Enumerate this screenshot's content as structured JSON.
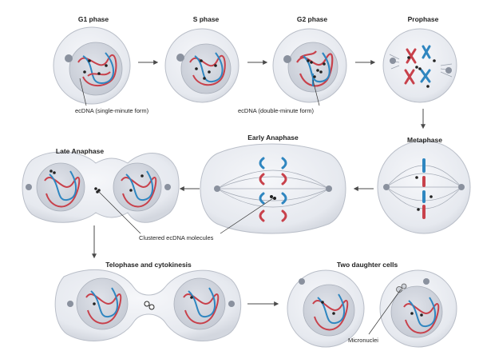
{
  "stages": {
    "g1": "G1 phase",
    "s": "S phase",
    "g2": "G2 phase",
    "prophase": "Prophase",
    "metaphase": "Metaphase",
    "early_anaphase": "Early Anaphase",
    "late_anaphase": "Late Anaphase",
    "telophase": "Telophase and cytokinesis",
    "daughters": "Two daughter cells"
  },
  "callouts": {
    "single_minute": "ecDNA (single-minute form)",
    "double_minute": "ecDNA (double-minute form)",
    "clustered": "Clustered ecDNA molecules",
    "micronuclei": "Micronuclei"
  },
  "colors": {
    "chromatid_red": "#c8414b",
    "chromatid_blue": "#2f86c0",
    "cell_fill": "#eef0f4",
    "nucleus_fill": "#d7dbe3",
    "arrow": "#4a4a4a"
  }
}
